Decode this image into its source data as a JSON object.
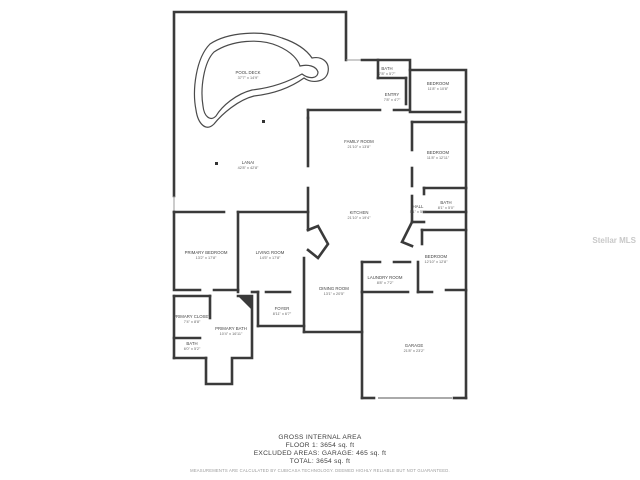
{
  "rooms": [
    {
      "id": "pool-deck",
      "name": "POOL DECK",
      "dim": "37'7\" x 14'9\""
    },
    {
      "id": "lanai",
      "name": "LANAI",
      "dim": "42'8\" x 42'8\""
    },
    {
      "id": "bath-top",
      "name": "BATH",
      "dim": "7'8\" x 5'7\""
    },
    {
      "id": "bedroom-1",
      "name": "BEDROOM",
      "dim": "11'8\" x 10'8\""
    },
    {
      "id": "entry",
      "name": "ENTRY",
      "dim": "7'8\" x 4'7\""
    },
    {
      "id": "family-room",
      "name": "FAMILY ROOM",
      "dim": "21'10\" x 13'8\""
    },
    {
      "id": "bedroom-2",
      "name": "BEDROOM",
      "dim": "11'8\" x 12'11\""
    },
    {
      "id": "bath-mid",
      "name": "BATH",
      "dim": "8'1\" x 5'0\""
    },
    {
      "id": "kitchen",
      "name": "KITCHEN",
      "dim": "21'10\" x 19'4\""
    },
    {
      "id": "hall",
      "name": "HALL",
      "dim": "5'1\" x 5'9\""
    },
    {
      "id": "primary-bedroom",
      "name": "PRIMARY BEDROOM",
      "dim": "13'2\" x 17'8\""
    },
    {
      "id": "living-room",
      "name": "LIVING ROOM",
      "dim": "14'5\" x 17'8\""
    },
    {
      "id": "bedroom-3",
      "name": "BEDROOM",
      "dim": "12'10\" x 12'8\""
    },
    {
      "id": "laundry-room",
      "name": "LAUNDRY ROOM",
      "dim": "8'8\" x 7'2\""
    },
    {
      "id": "dining-room",
      "name": "DINING ROOM",
      "dim": "13'1\" x 20'5\""
    },
    {
      "id": "primary-closet",
      "name": "PRIMARY CLOSET",
      "dim": "7'4\" x 8'8\""
    },
    {
      "id": "foyer",
      "name": "FOYER",
      "dim": "8'11\" x 6'7\""
    },
    {
      "id": "primary-bath",
      "name": "PRIMARY BATH",
      "dim": "10'4\" x 16'11\""
    },
    {
      "id": "garage",
      "name": "GARAGE",
      "dim": "21'8\" x 23'2\""
    },
    {
      "id": "bath-primary",
      "name": "BATH",
      "dim": "6'0\" x 5'2\""
    }
  ],
  "summary": {
    "title": "GROSS INTERNAL AREA",
    "floor": "FLOOR 1: 3654 sq. ft",
    "excluded": "EXCLUDED AREAS: GARAGE: 465 sq. ft",
    "total": "TOTAL: 3654 sq. ft"
  },
  "disclaimer": "MEASUREMENTS ARE CALCULATED BY CUBICASA TECHNOLOGY. DEEMED HIGHLY RELIABLE BUT NOT GUARANTEED.",
  "watermark": "Stellar MLS"
}
